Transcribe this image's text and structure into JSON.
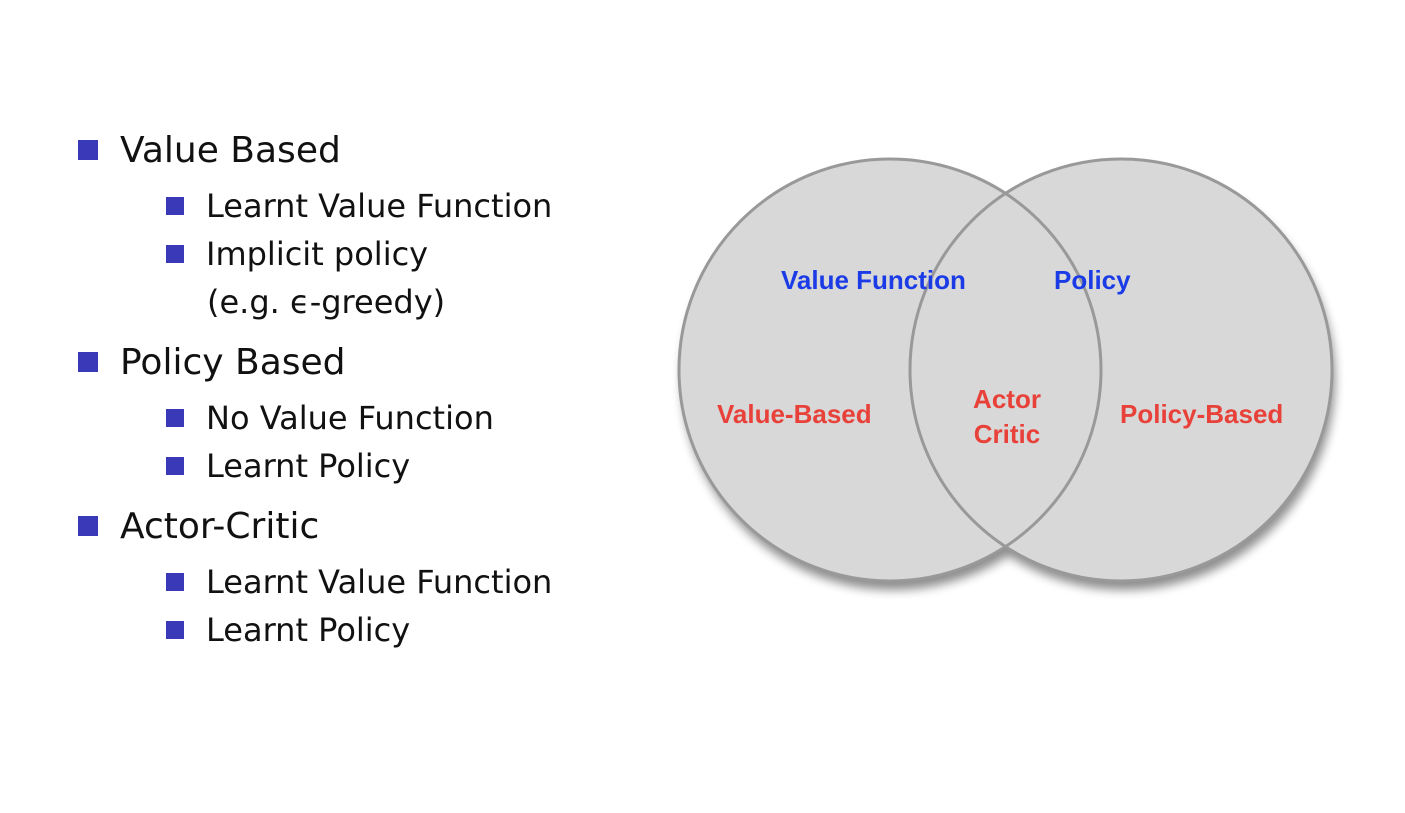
{
  "bullet_color": "#3a3ab8",
  "list": [
    {
      "label": "Value Based",
      "children": [
        {
          "label": "Learnt Value Function"
        },
        {
          "label": "Implicit policy",
          "continuation": "(e.g. ϵ-greedy)"
        }
      ]
    },
    {
      "label": "Policy Based",
      "children": [
        {
          "label": "No Value Function"
        },
        {
          "label": "Learnt Policy"
        }
      ]
    },
    {
      "label": "Actor-Critic",
      "children": [
        {
          "label": "Learnt Value Function"
        },
        {
          "label": "Learnt Policy"
        }
      ]
    }
  ],
  "venn": {
    "circle_fill": "#d8d8d8",
    "circle_stroke": "#999999",
    "top_label_color": "#1a3be6",
    "region_label_color": "#e8413a",
    "left_top_label": "Value Function",
    "right_top_label": "Policy",
    "left_region_label": "Value-Based",
    "center_label_line1": "Actor",
    "center_label_line2": "Critic",
    "right_region_label": "Policy-Based"
  }
}
